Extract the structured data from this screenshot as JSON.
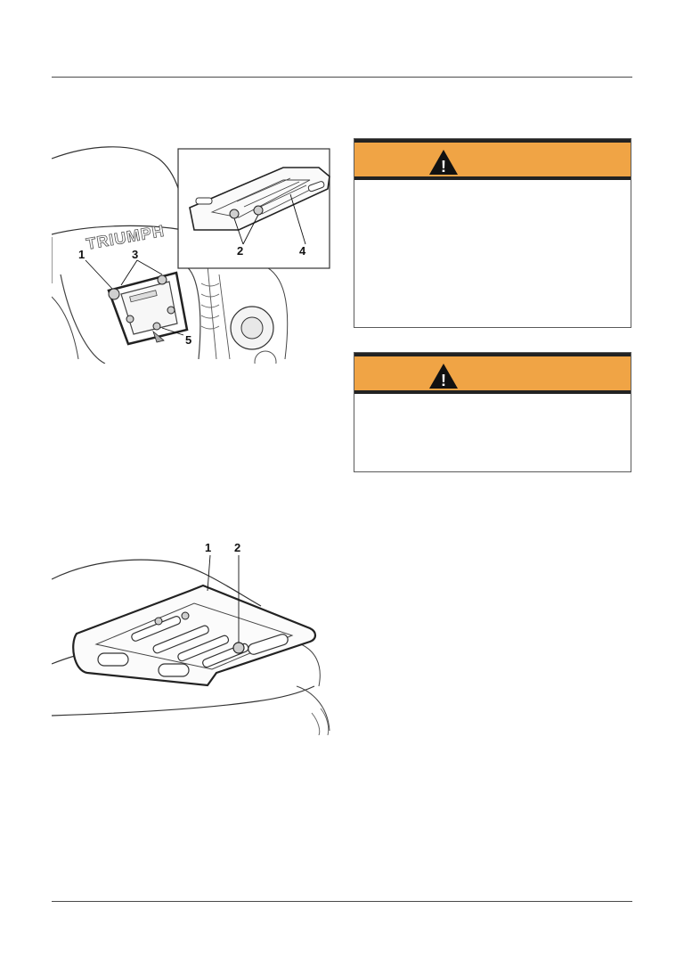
{
  "figure_top": {
    "logo_text": "TRIUMPH",
    "callouts": [
      "1",
      "3",
      "5"
    ],
    "inset_callouts": [
      "2",
      "4"
    ]
  },
  "figure_bottom": {
    "callouts": [
      "1",
      "2"
    ]
  },
  "warnings": [
    {
      "icon": "warning-triangle-icon",
      "mark": "!",
      "header_color": "#f0a445"
    },
    {
      "icon": "warning-triangle-icon",
      "mark": "!",
      "header_color": "#f0a445"
    }
  ]
}
